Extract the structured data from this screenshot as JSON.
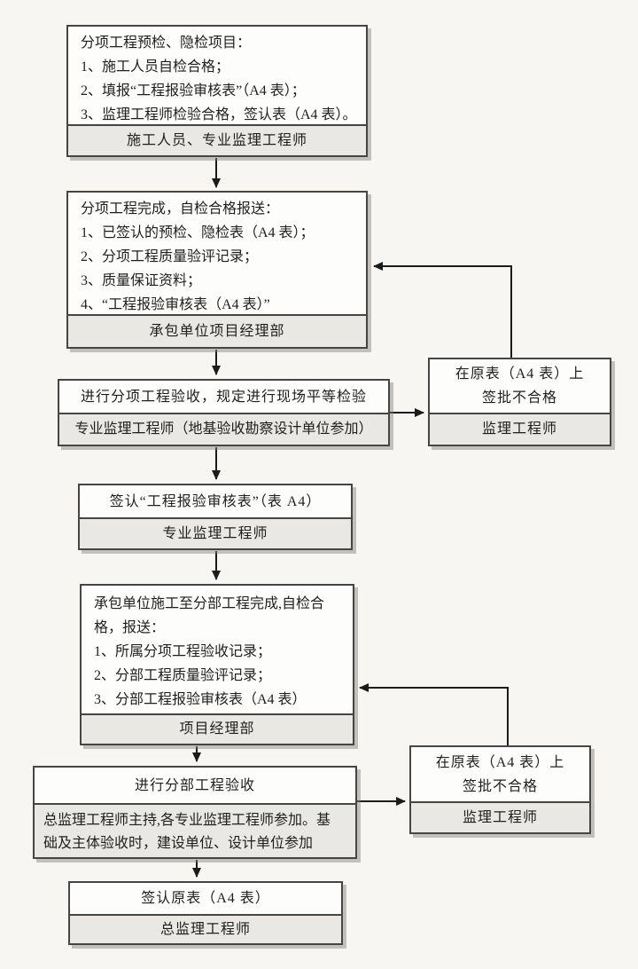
{
  "palette": {
    "page_bg": "#f7f6f3",
    "box_bg": "#fdfdfc",
    "footer_bg": "#e9e8e5",
    "border": "#454545",
    "line": "#1b1b1b",
    "text": "#1f1f1f"
  },
  "flow": {
    "steps": [
      {
        "id": "subitem-pre-inspection",
        "lines": [
          "分项工程预检、隐检项目：",
          "1、施工人员自检合格；",
          "2、填报“工程报验审核表”（A4 表）；",
          "3、监理工程师检验合格，签认表（A4 表）。"
        ],
        "footer_lines": [
          "施工人员、专业监理工程师"
        ]
      },
      {
        "id": "subitem-completion-report",
        "lines": [
          "分项工程完成，自检合格报送：",
          "1、已签认的预检、隐检表（A4 表）；",
          "2、分项工程质量验评记录；",
          "3、质量保证资料；",
          "4、“工程报验审核表（A4 表）”"
        ],
        "footer_lines": [
          "承包单位项目经理部"
        ]
      },
      {
        "id": "subitem-acceptance",
        "lines": [
          "进行分项工程验收，规定进行现场平等检验"
        ],
        "footer_lines": [
          "专业监理工程师（地基验收勘察设计单位参加）"
        ]
      },
      {
        "id": "sign-review-form",
        "lines": [
          "签认“工程报验审核表”（表 A4）"
        ],
        "footer_lines": [
          "专业监理工程师"
        ]
      },
      {
        "id": "subdivision-completion-report",
        "lines": [
          "承包单位施工至分部工程完成,自检合",
          "格，报送：",
          "1、所属分项工程验收记录；",
          "2、分部工程质量验评记录；",
          "3、分部工程报验审核表（A4 表）"
        ],
        "footer_lines": [
          "项目经理部"
        ]
      },
      {
        "id": "subdivision-acceptance",
        "lines": [
          "进行分部工程验收"
        ],
        "footer_lines": [
          "总监理工程师主持,各专业监理工程师参加。基",
          "础及主体验收时，建设单位、设计单位参加"
        ]
      },
      {
        "id": "sign-original-form",
        "lines": [
          "签认原表（A4 表）"
        ],
        "footer_lines": [
          "总监理工程师"
        ]
      }
    ],
    "reject_boxes": [
      {
        "id": "reject-subitem",
        "lines": [
          "在原表（A4 表）上",
          "签批不合格"
        ],
        "footer_lines": [
          "监理工程师"
        ]
      },
      {
        "id": "reject-subdivision",
        "lines": [
          "在原表（A4 表）上",
          "签批不合格"
        ],
        "footer_lines": [
          "监理工程师"
        ]
      }
    ]
  }
}
